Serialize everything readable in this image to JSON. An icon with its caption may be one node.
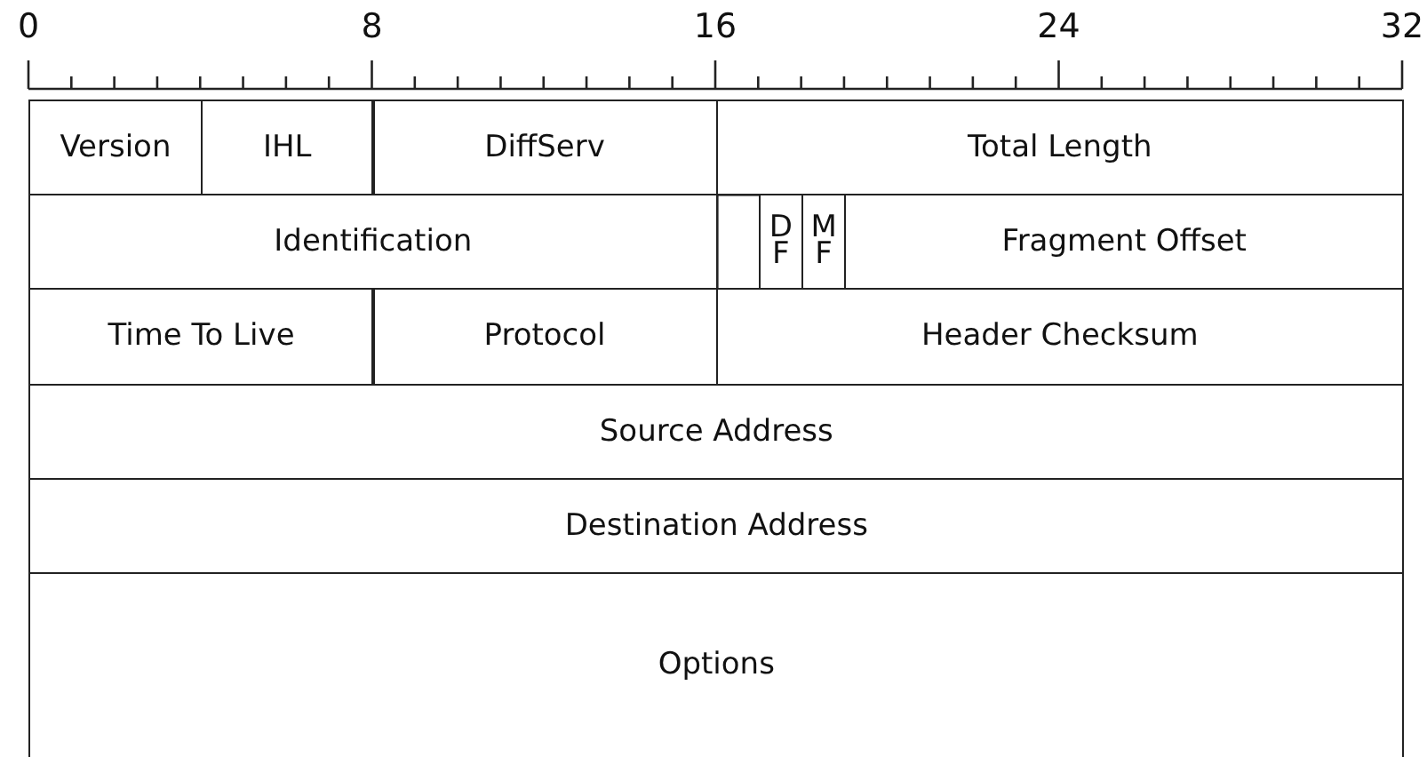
{
  "diagram": {
    "nodes": [
      {
        "text": [
          "Version"
        ]
      },
      {
        "text": [
          "IHL"
        ]
      },
      {
        "text": [
          "DiffServ"
        ]
      },
      {
        "text": [
          "Total Length"
        ]
      },
      {
        "text": [
          "Identification"
        ]
      },
      {
        "text": [],
        "shape": "box"
      },
      {
        "text": [
          "D F"
        ]
      },
      {
        "text": [
          "M F"
        ]
      },
      {
        "text": [
          "Fragment Offset"
        ]
      },
      {
        "text": [
          "Time To Live"
        ]
      },
      {
        "text": [
          "Protocol"
        ]
      },
      {
        "text": [
          "Header Checksum"
        ]
      },
      {
        "text": [
          "Source Address"
        ]
      },
      {
        "text": [
          "Destination Address"
        ]
      },
      {
        "text": [
          "Options"
        ]
      }
    ],
    "edges": [],
    "labels": [
      "0",
      "8",
      "16",
      "24",
      "32"
    ]
  }
}
